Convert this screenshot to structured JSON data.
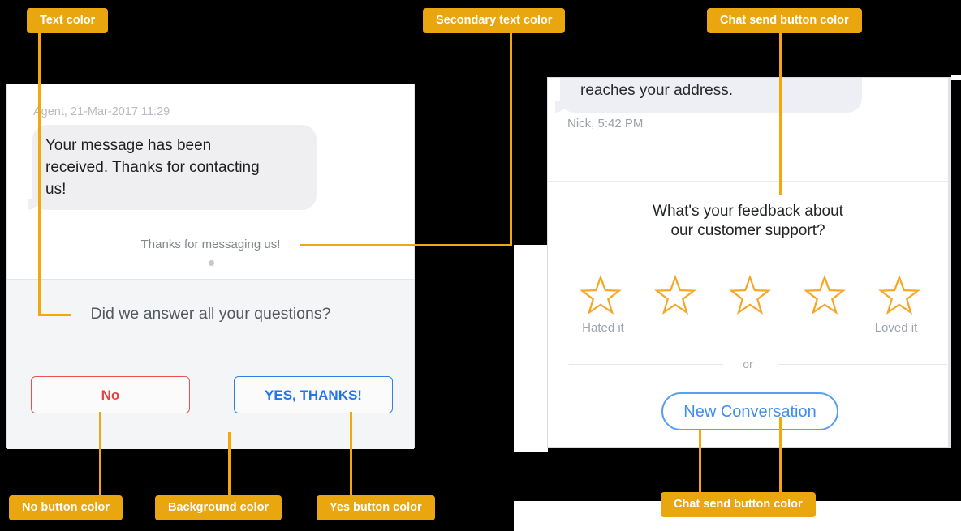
{
  "annotations": {
    "text_color": "Text color",
    "secondary_text_color": "Secondary text color",
    "chat_send_button_color_top": "Chat send button color",
    "no_button_color": "No button color",
    "background_color": "Background color",
    "yes_button_color": "Yes button color",
    "chat_send_button_color_bottom": "Chat send button color"
  },
  "colors": {
    "annotation_tag_orange": "#E9A60E",
    "connector_line_orange": "#F2A70A",
    "text_color_dark": "#1E1F21",
    "secondary_text_gray": "#83878D",
    "no_button_red": "#E8403D",
    "yes_button_blue": "#2176E8",
    "background_gray": "#F4F5F7",
    "chat_send_button_blue": "#3F8EEF",
    "star_orange": "#F5A623"
  },
  "left_chat": {
    "agent_meta": "Agent, 21-Mar-2017 11:29",
    "agent_message_lines": [
      "Your message has been",
      "received. Thanks for contacting",
      "us!"
    ],
    "status_text": "Thanks for messaging us!",
    "survey_question": "Did we answer all your questions?",
    "no_button": "No",
    "yes_button": "YES, THANKS!"
  },
  "right_chat": {
    "agent_message": "reaches your address.",
    "agent_meta": "Nick, 5:42 PM",
    "feedback_question_lines": [
      "What's your feedback about",
      "our customer support?"
    ],
    "rating_low_label": "Hated it",
    "rating_high_label": "Loved it",
    "star_count": 5,
    "or_text": "or",
    "new_conversation_button": "New Conversation"
  }
}
